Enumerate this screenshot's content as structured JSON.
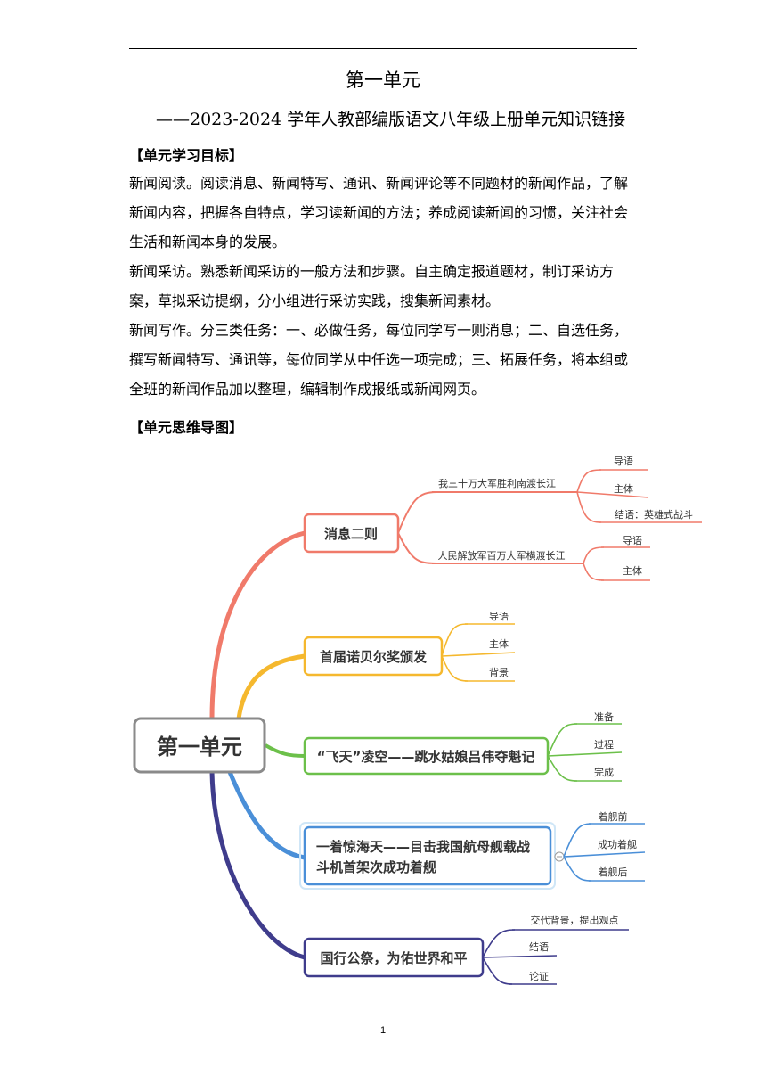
{
  "doc": {
    "title": "第一单元",
    "subtitle": "——2023-2024 学年人教部编版语文八年级上册单元知识链接",
    "section1": "【单元学习目标】",
    "paragraphs": [
      "新闻阅读。阅读消息、新闻特写、通讯、新闻评论等不同题材的新闻作品，了解新闻内容，把握各自特点，学习读新闻的方法；养成阅读新闻的习惯，关注社会生活和新闻本身的发展。",
      "新闻采访。熟悉新闻采访的一般方法和步骤。自主确定报道题材，制订采访方案，草拟采访提纲，分小组进行采访实践，搜集新闻素材。",
      "新闻写作。分三类任务：一、必做任务，每位同学写一则消息；二、自选任务，撰写新闻特写、通讯等，每位同学从中任选一项完成；三、拓展任务，将本组或全班的新闻作品加以整理，编辑制作成报纸或新闻网页。"
    ],
    "section2": "【单元思维导图】",
    "page_number": "1"
  },
  "mindmap": {
    "root": "第一单元",
    "colors": {
      "red": "#f07a6a",
      "yellow": "#f5b82e",
      "green": "#6cc04a",
      "blue": "#4a8fd8",
      "purple": "#3f3c8c"
    },
    "branch1": {
      "label": "消息二则",
      "sub1": {
        "label": "我三十万大军胜利南渡长江",
        "leaves": [
          "导语",
          "主体",
          "结语：英雄式战斗"
        ]
      },
      "sub2": {
        "label": "人民解放军百万大军横渡长江",
        "leaves": [
          "导语",
          "主体"
        ]
      }
    },
    "branch2": {
      "label": "首届诺贝尔奖颁发",
      "leaves": [
        "导语",
        "主体",
        "背景"
      ]
    },
    "branch3": {
      "label": "“飞天”凌空——跳水姑娘吕伟夺魁记",
      "leaves": [
        "准备",
        "过程",
        "完成"
      ]
    },
    "branch4": {
      "line1": "一着惊海天——目击我国航母舰载战",
      "line2": "斗机首架次成功着舰",
      "leaves": [
        "着舰前",
        "成功着舰",
        "着舰后"
      ]
    },
    "branch5": {
      "label": "国行公祭，为佑世界和平",
      "leaves": [
        "交代背景，提出观点",
        "结语",
        "论证"
      ]
    }
  }
}
